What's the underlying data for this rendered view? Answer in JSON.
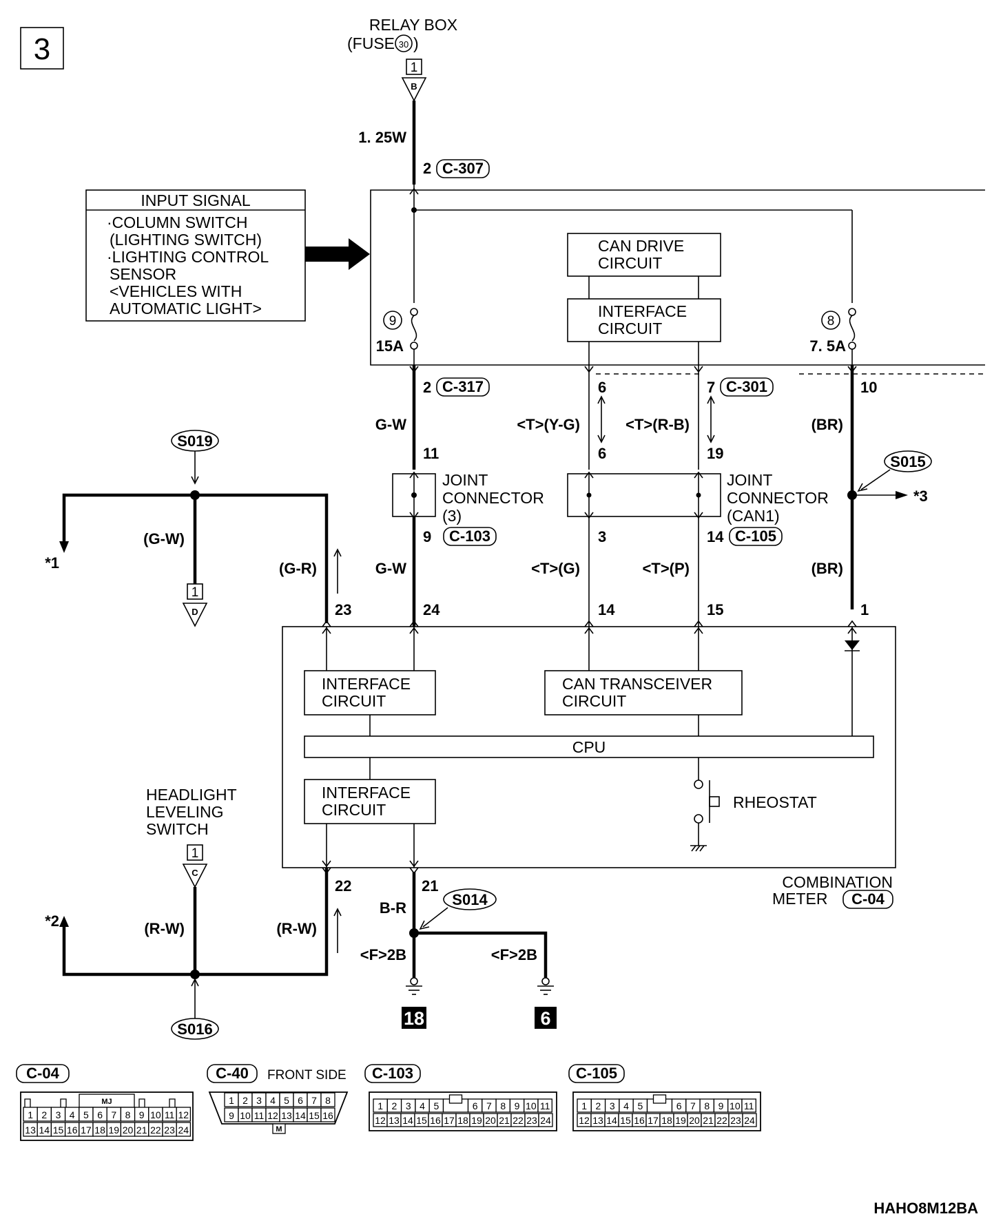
{
  "page_number": "3",
  "relay_box": {
    "line1": "RELAY BOX",
    "line2_prefix": "(FUSE",
    "fuse": "30",
    "line2_suffix": ")",
    "term": "1",
    "conn": "B"
  },
  "wire_125w": "1. 25W",
  "c307": {
    "pin": "2",
    "name": "C-307"
  },
  "input_signal": {
    "title": "INPUT SIGNAL",
    "lines": [
      "·COLUMN SWITCH",
      "(LIGHTING SWITCH)",
      "·LIGHTING CONTROL",
      "SENSOR",
      "<VEHICLES WITH",
      "AUTOMATIC LIGHT>"
    ]
  },
  "can_drive": [
    "CAN DRIVE",
    "CIRCUIT"
  ],
  "interface_top": [
    "INTERFACE",
    "CIRCUIT"
  ],
  "fuse9": {
    "num": "9",
    "rating": "15A"
  },
  "fuse8": {
    "num": "8",
    "rating": "7. 5A"
  },
  "c317": {
    "pin": "2",
    "name": "C-317"
  },
  "c301": {
    "pins": [
      "6",
      "7",
      "10"
    ],
    "name": "C-301"
  },
  "wire_colors_upper": {
    "gw": "G-W",
    "yg": "<T>(Y-G)",
    "rb": "<T>(R-B)",
    "br": "(BR)"
  },
  "joint3": {
    "pin_top": "11",
    "pin_bottom": "9",
    "lines": [
      "JOINT",
      "CONNECTOR",
      "(3)"
    ],
    "conn": "C-103"
  },
  "joint_can1": {
    "pins_top": [
      "6",
      "19"
    ],
    "pins_bottom": [
      "3",
      "14"
    ],
    "lines": [
      "JOINT",
      "CONNECTOR",
      "(CAN1)"
    ],
    "conn": "C-105"
  },
  "s015": "S015",
  "ref3": "*3",
  "s019": "S019",
  "ref1": "*1",
  "gw_left": "(G-W)",
  "gr_left": "(G-R)",
  "term_d": {
    "num": "1",
    "conn": "D"
  },
  "wire_colors_lower": {
    "gw": "G-W",
    "g": "<T>(G)",
    "p": "<T>(P)",
    "br": "(BR)"
  },
  "meter_pins": {
    "p23": "23",
    "p24": "24",
    "p14": "14",
    "p15": "15",
    "p1": "1",
    "p22": "22",
    "p21": "21"
  },
  "meter_interface1": [
    "INTERFACE",
    "CIRCUIT"
  ],
  "can_transceiver": [
    "CAN TRANSCEIVER",
    "CIRCUIT"
  ],
  "cpu": "CPU",
  "meter_interface2": [
    "INTERFACE",
    "CIRCUIT"
  ],
  "rheostat": "RHEOSTAT",
  "combination_meter": {
    "line1": "COMBINATION",
    "line2": "METER",
    "conn": "C-04"
  },
  "headlight_switch": {
    "lines": [
      "HEADLIGHT",
      "LEVELING",
      "SWITCH"
    ],
    "term": "1",
    "conn": "C"
  },
  "ref2": "*2",
  "rw_left": "(R-W)",
  "rw_right": "(R-W)",
  "s016": "S016",
  "br_wire": "B-R",
  "s014": "S014",
  "f2b_left": "<F>2B",
  "f2b_right": "<F>2B",
  "ground_18": "18",
  "ground_6": "6",
  "connectors": {
    "c04": {
      "name": "C-04",
      "row1": [
        "1",
        "2",
        "3",
        "4",
        "5",
        "6",
        "7",
        "8",
        "9",
        "10",
        "11",
        "12"
      ],
      "row2": [
        "13",
        "14",
        "15",
        "16",
        "17",
        "18",
        "19",
        "20",
        "21",
        "22",
        "23",
        "24"
      ],
      "key": "MJ"
    },
    "c40": {
      "name": "C-40",
      "note": "FRONT SIDE",
      "row1": [
        "1",
        "2",
        "3",
        "4",
        "5",
        "6",
        "7",
        "8"
      ],
      "row2": [
        "9",
        "10",
        "11",
        "12",
        "13",
        "14",
        "15",
        "16"
      ],
      "key": "M"
    },
    "c103": {
      "name": "C-103",
      "row1": [
        "1",
        "2",
        "3",
        "4",
        "5",
        "6",
        "7",
        "8",
        "9",
        "10",
        "11"
      ],
      "row2": [
        "12",
        "13",
        "14",
        "15",
        "16",
        "17",
        "18",
        "19",
        "20",
        "21",
        "22",
        "23",
        "24"
      ]
    },
    "c105": {
      "name": "C-105",
      "row1": [
        "1",
        "2",
        "3",
        "4",
        "5",
        "6",
        "7",
        "8",
        "9",
        "10",
        "11"
      ],
      "row2": [
        "12",
        "13",
        "14",
        "15",
        "16",
        "17",
        "18",
        "19",
        "20",
        "21",
        "22",
        "23",
        "24"
      ]
    }
  },
  "figure_code": "HAHO8M12BA"
}
